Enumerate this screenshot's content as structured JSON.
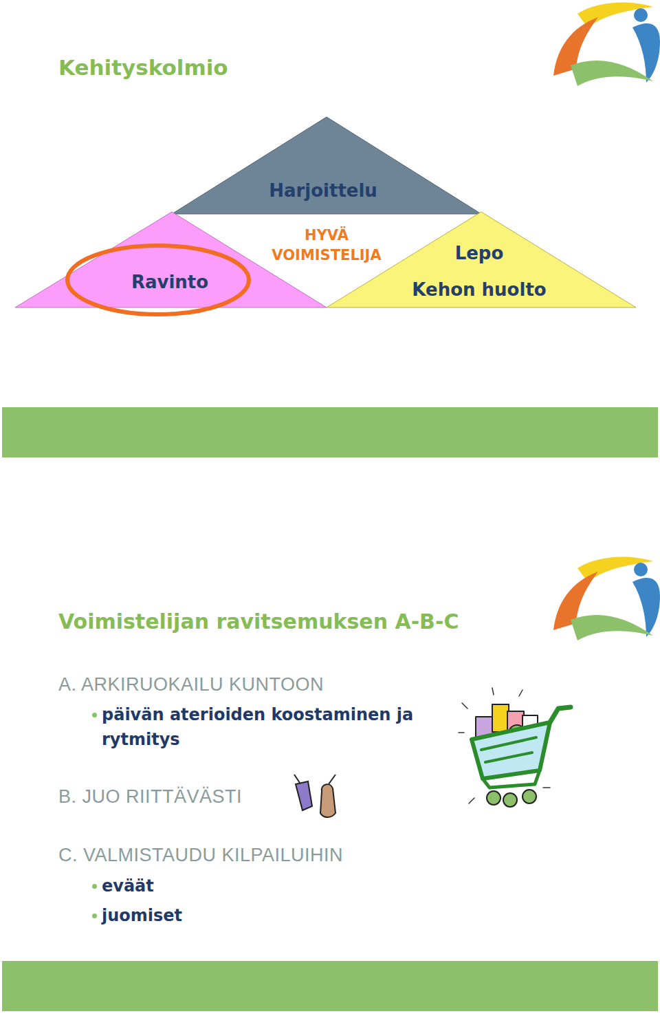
{
  "diagram": {
    "title": "Kehityskolmio",
    "nodes": [
      {
        "text": [
          "Harjoittelu"
        ]
      },
      {
        "text": [
          "Ravinto"
        ]
      },
      {
        "text": [
          "Lepo",
          "Kehon huolto"
        ]
      }
    ],
    "labels": [
      "HYVÄ VOIMISTELIJA",
      "Voimistelijan ravitsemuksen A-B-C",
      "A. ARKIRUOKAILU KUNTOON",
      "päivän aterioiden koostaminen ja rytmitys",
      "B. JUO RIITTÄVÄSTI",
      "C. VALMISTAUDU KILPAILUIHIN",
      "eväät",
      "juomiset"
    ]
  }
}
